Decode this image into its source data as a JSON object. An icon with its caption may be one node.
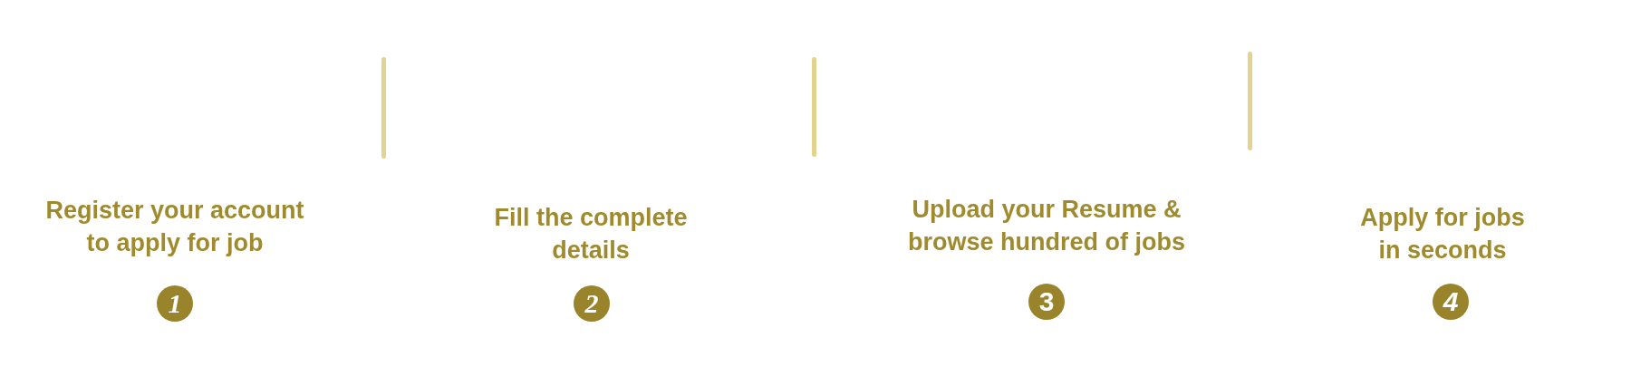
{
  "diagram": {
    "nodes": [
      {
        "text": [
          "1"
        ],
        "beside": [
          "Register your account to apply for job"
        ]
      },
      {
        "text": [
          "2"
        ],
        "beside": [
          "Fill the complete details"
        ]
      },
      {
        "text": [
          "3"
        ],
        "beside": [
          "Upload your Resume & browse hundred of jobs"
        ]
      },
      {
        "text": [
          "4"
        ],
        "beside": [
          "Apply for jobs in seconds"
        ]
      }
    ]
  }
}
